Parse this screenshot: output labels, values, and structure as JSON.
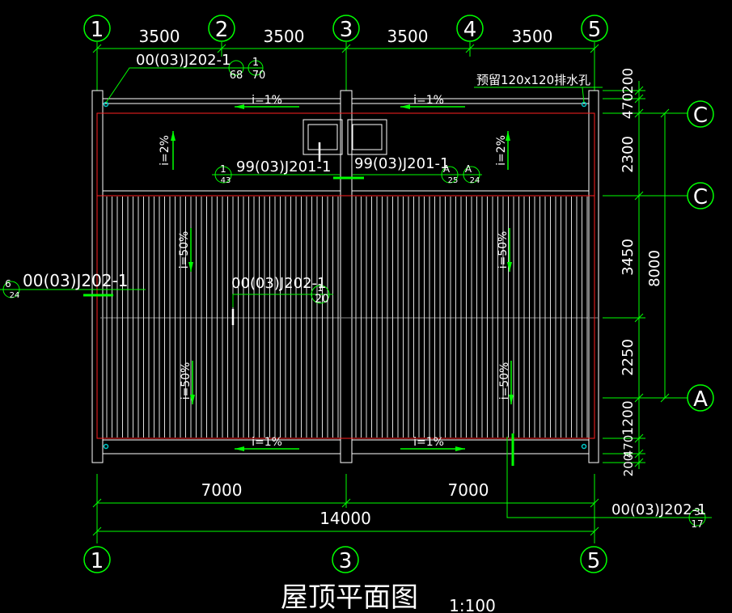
{
  "drawing": {
    "title": "屋顶平面图",
    "scale": "1:100",
    "colors": {
      "background": "#000000",
      "grid_circle": "#00ff00",
      "dim_line": "#00ff00",
      "outline": "#ffffff",
      "boundary": "#ff2020",
      "leader": "#00ff00",
      "drain": "#00c8c8"
    },
    "grid_top": [
      "1",
      "2",
      "3",
      "4",
      "5"
    ],
    "grid_bottom": [
      "1",
      "3",
      "5"
    ],
    "grid_right": [
      "C",
      "C",
      "A"
    ],
    "dims_top": [
      "3500",
      "3500",
      "3500",
      "3500"
    ],
    "dims_bottom_inner": [
      "7000",
      "7000"
    ],
    "dims_bottom_total": "14000",
    "dims_right": [
      "200",
      "470",
      "2300",
      "3450",
      "2250",
      "1200",
      "470",
      "200"
    ],
    "dims_right_total": "8000",
    "slopes": {
      "gutter_top_left": "i=1%",
      "gutter_top_right": "i=1%",
      "gutter_bottom_left": "i=1%",
      "gutter_bottom_right": "i=1%",
      "flat_left": "i=2%",
      "flat_right": "i=2%",
      "pitch_upper_left": "i=50%",
      "pitch_upper_right": "i=50%",
      "pitch_lower_left": "i=50%",
      "pitch_lower_right": "i=50%"
    },
    "annotations": {
      "top_left": {
        "ref": "00(03)J202-1",
        "n1": "1",
        "d1": "68",
        "d2": "70"
      },
      "top_right": "预留120x120排水孔",
      "mid_left": {
        "ref": "99(03)J201-1",
        "n": "1",
        "d": "43"
      },
      "mid_right": {
        "ref": "99(03)J201-1",
        "n1": "A",
        "d1": "25",
        "n2": "A",
        "d2": "24"
      },
      "left_side": {
        "ref": "00(03)J202-1",
        "n": "6",
        "d": "24"
      },
      "center": {
        "ref": "00(03)J202-1",
        "n": "1",
        "d": "20"
      },
      "bottom_right": {
        "ref": "00(03)J202-1",
        "n": "3",
        "d": "17"
      }
    }
  }
}
